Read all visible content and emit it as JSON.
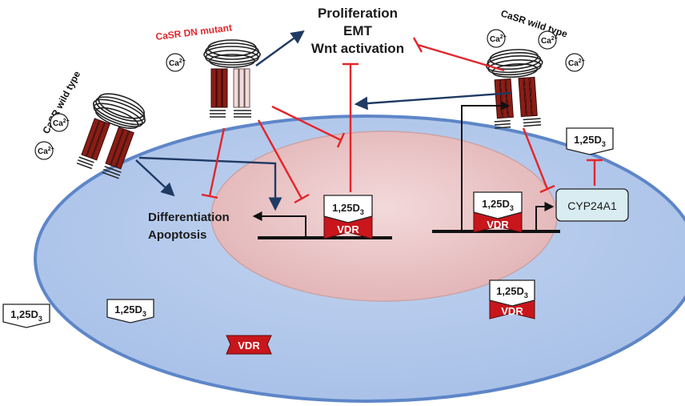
{
  "labels": {
    "proliferation": "Proliferation",
    "emt": "EMT",
    "wnt": "Wnt activation",
    "differentiation": "Differentiation",
    "apoptosis": "Apoptosis",
    "casr_dn": "CaSR DN mutant",
    "casr_wt_left": "CaSR wild type",
    "casr_wt_right": "CaSR wild type",
    "cyp": "CYP24A1"
  },
  "ligand": {
    "base": "1,25D",
    "sub": "3"
  },
  "ion": {
    "base": "Ca",
    "sup": "2+"
  },
  "vdr": "VDR",
  "colors": {
    "cell_fill": "#b3c9ec",
    "cell_stroke": "#5e86c8",
    "nucleus_fill": "#e8c1c3",
    "inhibit": "#e3262b",
    "activate": "#1f3a63",
    "receptor": "#8b1d16",
    "receptor_mutant": "#f0dcdc",
    "vdr_fill": "#c8161c",
    "cyp_fill": "#d9ecf2",
    "dn_label": "#e3262b"
  }
}
